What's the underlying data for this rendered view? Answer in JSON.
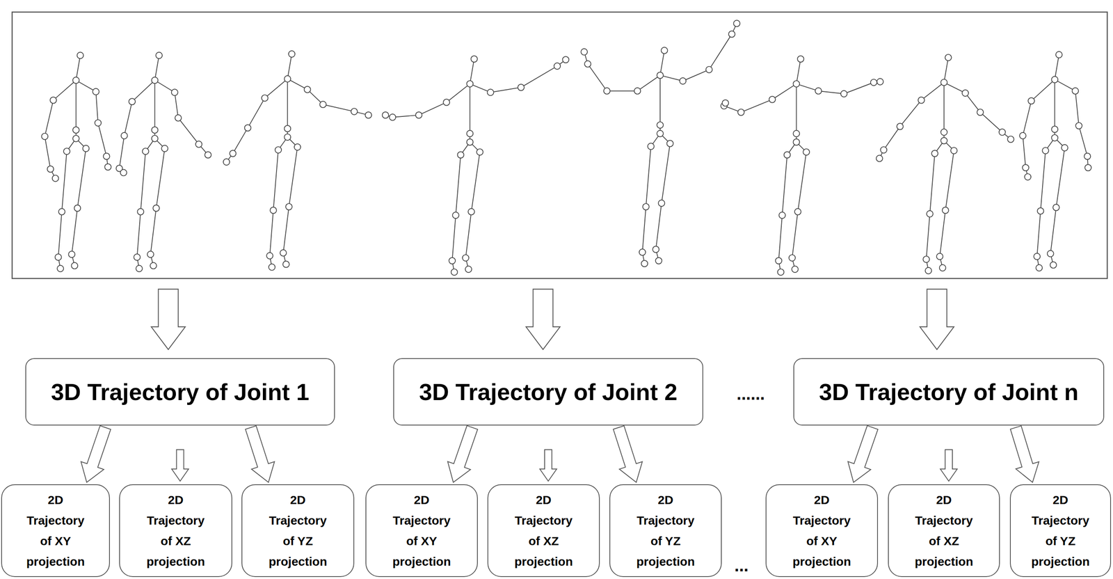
{
  "diagram": {
    "nodes": [
      {
        "text": [
          "3D Trajectory of Joint 1"
        ]
      },
      {
        "text": [
          "3D Trajectory of Joint 2"
        ]
      },
      {
        "text": [
          "3D Trajectory of Joint n"
        ]
      },
      {
        "text": [
          "2D Trajectory of XY projection"
        ]
      },
      {
        "text": [
          "2D Trajectory of XZ projection"
        ]
      },
      {
        "text": [
          "2D Trajectory of YZ projection"
        ]
      },
      {
        "text": [
          "2D Trajectory of XY projection"
        ]
      },
      {
        "text": [
          "2D Trajectory of XZ projection"
        ]
      },
      {
        "text": [
          "2D Trajectory of YZ projection"
        ]
      },
      {
        "text": [
          "2D Trajectory of XY projection"
        ]
      },
      {
        "text": [
          "2D Trajectory of XZ projection"
        ]
      },
      {
        "text": [
          "2D Trajectory of YZ projection"
        ]
      }
    ],
    "edges": [
      {
        "from": 0,
        "to": 3,
        "arrow": "to"
      },
      {
        "from": 0,
        "to": 4,
        "arrow": "to"
      },
      {
        "from": 0,
        "to": 5,
        "arrow": "to"
      },
      {
        "from": 1,
        "to": 6,
        "arrow": "to"
      },
      {
        "from": 1,
        "to": 7,
        "arrow": "to"
      },
      {
        "from": 1,
        "to": 8,
        "arrow": "to"
      },
      {
        "from": 2,
        "to": 9,
        "arrow": "to"
      },
      {
        "from": 2,
        "to": 10,
        "arrow": "to"
      },
      {
        "from": 2,
        "to": 11,
        "arrow": "to"
      }
    ],
    "labels": [
      "......",
      "..."
    ]
  }
}
